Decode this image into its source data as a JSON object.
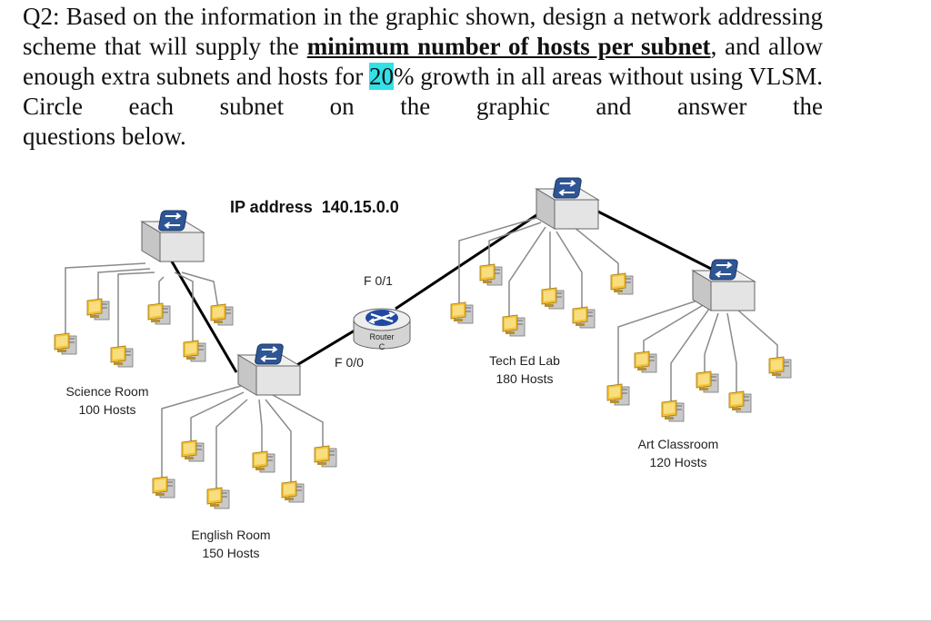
{
  "question": {
    "part1": "Q2: Based on the information in the graphic shown, design a network addressing scheme that will supply the ",
    "bold1": "minimum number of hosts per subnet",
    "part2": ", and allow enough extra subnets and hosts for ",
    "highlight": "20",
    "part3": "% growth in all areas without using VLSM. Circle each subnet on the graphic and answer the",
    "part4": "questions below."
  },
  "diagram": {
    "ip_label": "IP address  140.15.0.0",
    "router": {
      "line1": "Router",
      "line2": "C",
      "port_top": "F 0/1",
      "port_left": "F 0/0"
    },
    "rooms": [
      {
        "name": "Science Room",
        "hosts": "100 Hosts"
      },
      {
        "name": "English Room",
        "hosts": "150 Hosts"
      },
      {
        "name": "Tech Ed Lab",
        "hosts": "180 Hosts"
      },
      {
        "name": "Art Classroom",
        "hosts": "120 Hosts"
      }
    ],
    "icons": {
      "switch": "switch-icon",
      "router": "router-icon",
      "computer": "computer-icon"
    },
    "colors": {
      "switch_body": "#dcdcdc",
      "switch_face": "#2c4f8a",
      "router_face": "#1f4aa0",
      "monitor": "#f3c234",
      "link": "#000000"
    }
  }
}
